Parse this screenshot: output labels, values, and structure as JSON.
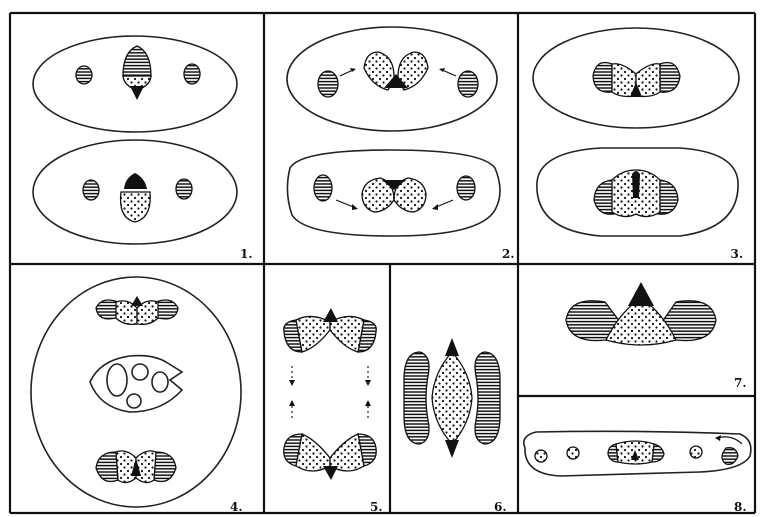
{
  "figure": {
    "panel_labels": [
      "1.",
      "2.",
      "3.",
      "4.",
      "5.",
      "6.",
      "7.",
      "8."
    ],
    "colors": {
      "ink": "#111111",
      "paper": "#ffffff"
    },
    "pattern_fills": [
      "horizontal-hatch",
      "stipple-dots",
      "solid-black"
    ]
  }
}
